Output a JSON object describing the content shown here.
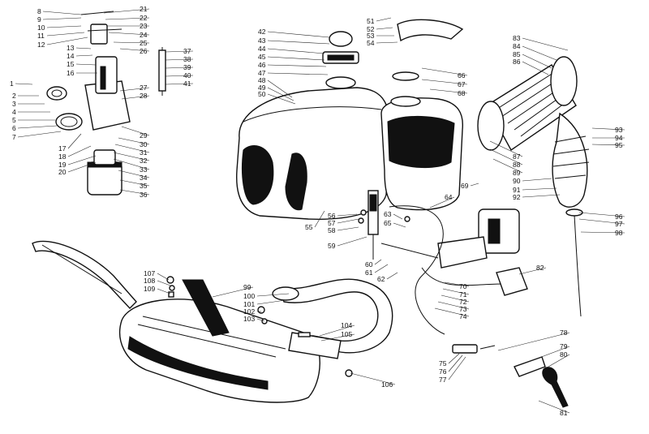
{
  "callouts": [
    {
      "n": "1"
    },
    {
      "n": "2"
    },
    {
      "n": "3"
    },
    {
      "n": "4"
    },
    {
      "n": "5"
    },
    {
      "n": "6"
    },
    {
      "n": "7"
    },
    {
      "n": "8"
    },
    {
      "n": "9"
    },
    {
      "n": "10"
    },
    {
      "n": "11"
    },
    {
      "n": "12"
    },
    {
      "n": "13"
    },
    {
      "n": "14"
    },
    {
      "n": "15"
    },
    {
      "n": "16"
    },
    {
      "n": "17"
    },
    {
      "n": "18"
    },
    {
      "n": "19"
    },
    {
      "n": "20"
    },
    {
      "n": "21"
    },
    {
      "n": "22"
    },
    {
      "n": "23"
    },
    {
      "n": "24"
    },
    {
      "n": "25"
    },
    {
      "n": "26"
    },
    {
      "n": "27"
    },
    {
      "n": "28"
    },
    {
      "n": "29"
    },
    {
      "n": "30"
    },
    {
      "n": "31"
    },
    {
      "n": "32"
    },
    {
      "n": "33"
    },
    {
      "n": "34"
    },
    {
      "n": "35"
    },
    {
      "n": "36"
    },
    {
      "n": "37"
    },
    {
      "n": "38"
    },
    {
      "n": "39"
    },
    {
      "n": "40"
    },
    {
      "n": "41"
    },
    {
      "n": "42"
    },
    {
      "n": "43"
    },
    {
      "n": "44"
    },
    {
      "n": "45"
    },
    {
      "n": "46"
    },
    {
      "n": "47"
    },
    {
      "n": "48"
    },
    {
      "n": "49"
    },
    {
      "n": "50"
    },
    {
      "n": "51"
    },
    {
      "n": "52"
    },
    {
      "n": "53"
    },
    {
      "n": "54"
    },
    {
      "n": "55"
    },
    {
      "n": "56"
    },
    {
      "n": "57"
    },
    {
      "n": "58"
    },
    {
      "n": "59"
    },
    {
      "n": "60"
    },
    {
      "n": "61"
    },
    {
      "n": "62"
    },
    {
      "n": "63"
    },
    {
      "n": "64"
    },
    {
      "n": "65"
    },
    {
      "n": "66"
    },
    {
      "n": "67"
    },
    {
      "n": "68"
    },
    {
      "n": "69"
    },
    {
      "n": "70"
    },
    {
      "n": "71"
    },
    {
      "n": "72"
    },
    {
      "n": "73"
    },
    {
      "n": "74"
    },
    {
      "n": "75"
    },
    {
      "n": "76"
    },
    {
      "n": "77"
    },
    {
      "n": "78"
    },
    {
      "n": "79"
    },
    {
      "n": "80"
    },
    {
      "n": "81"
    },
    {
      "n": "82"
    },
    {
      "n": "83"
    },
    {
      "n": "84"
    },
    {
      "n": "85"
    },
    {
      "n": "86"
    },
    {
      "n": "87"
    },
    {
      "n": "88"
    },
    {
      "n": "89"
    },
    {
      "n": "90"
    },
    {
      "n": "91"
    },
    {
      "n": "92"
    },
    {
      "n": "93"
    },
    {
      "n": "94"
    },
    {
      "n": "95"
    },
    {
      "n": "96"
    },
    {
      "n": "97"
    },
    {
      "n": "98"
    },
    {
      "n": "99"
    },
    {
      "n": "100"
    },
    {
      "n": "101"
    },
    {
      "n": "102"
    },
    {
      "n": "103"
    },
    {
      "n": "104"
    },
    {
      "n": "105"
    },
    {
      "n": "106"
    },
    {
      "n": "107"
    },
    {
      "n": "108"
    },
    {
      "n": "109"
    }
  ],
  "colors": {
    "ink": "#111111",
    "paper": "#ffffff"
  }
}
